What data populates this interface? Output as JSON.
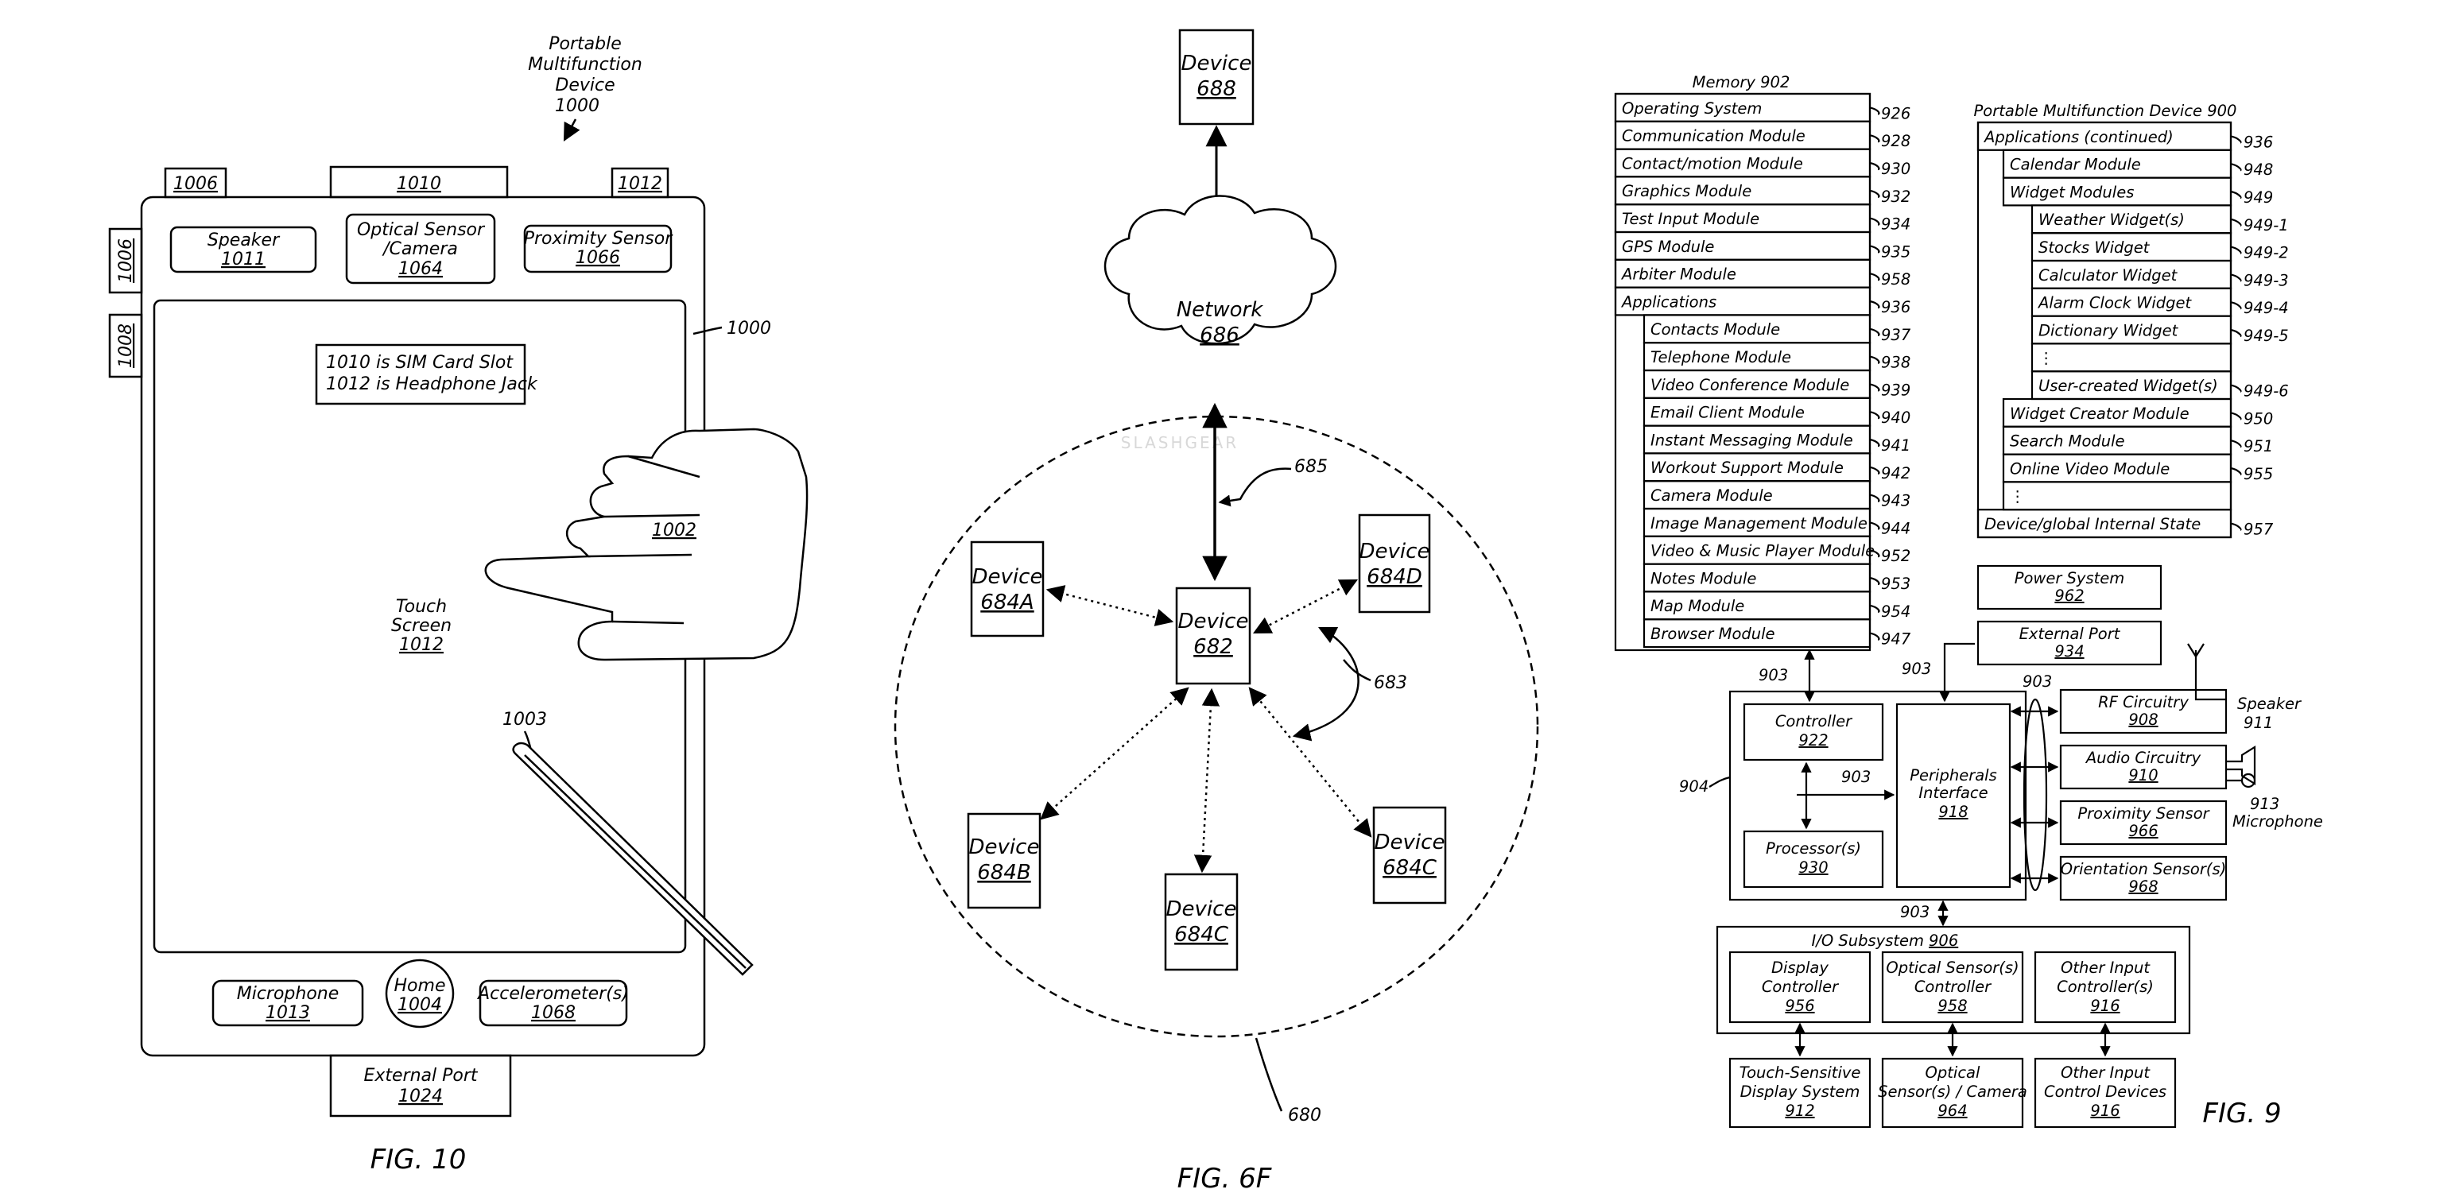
{
  "fig10": {
    "caption": "FIG. 10",
    "device_label": [
      "Portable",
      "Multifunction",
      "Device"
    ],
    "device_ref": "1000",
    "side_ref": "1000",
    "top_refs": {
      "left": "1006",
      "center": "1010",
      "right": "1012"
    },
    "side_button_refs": [
      "1006",
      "1008"
    ],
    "speaker": {
      "name": "Speaker",
      "ref": "1011"
    },
    "optical": {
      "name1": "Optical Sensor",
      "name2": "/Camera",
      "ref": "1064"
    },
    "proximity": {
      "name": "Proximity Sensor",
      "ref": "1066"
    },
    "note": [
      "1010 is SIM Card Slot",
      "1012 is Headphone Jack"
    ],
    "hand_ref": "1002",
    "touch": {
      "name1": "Touch",
      "name2": "Screen",
      "ref": "1012"
    },
    "stylus_ref": "1003",
    "microphone": {
      "name": "Microphone",
      "ref": "1013"
    },
    "home": {
      "name": "Home",
      "ref": "1004"
    },
    "accelerometer": {
      "name": "Accelerometer(s)",
      "ref": "1068"
    },
    "external_port": {
      "name": "External Port",
      "ref": "1024"
    }
  },
  "fig6f": {
    "caption": "FIG. 6F",
    "device_word": "Device",
    "network": {
      "name": "Network",
      "ref": "686"
    },
    "device_688": "688",
    "device_682": "682",
    "device_684a": "684A",
    "device_684b": "684B",
    "device_684c_bottom": "684C",
    "device_684c_right": "684C",
    "device_684d": "684D",
    "ref_685": "685",
    "ref_683": "683",
    "ref_680": "680",
    "watermark": "SLASHGEAR"
  },
  "fig9": {
    "caption": "FIG. 9",
    "memory_title": "Memory 902",
    "memory_rows": [
      {
        "label": "Operating System",
        "ref": "926"
      },
      {
        "label": "Communication Module",
        "ref": "928"
      },
      {
        "label": "Contact/motion Module",
        "ref": "930"
      },
      {
        "label": "Graphics Module",
        "ref": "932"
      },
      {
        "label": "Test Input Module",
        "ref": "934"
      },
      {
        "label": "GPS Module",
        "ref": "935"
      },
      {
        "label": "Arbiter Module",
        "ref": "958"
      },
      {
        "label": "Applications",
        "ref": "936"
      }
    ],
    "app_rows": [
      {
        "label": "Contacts Module",
        "ref": "937"
      },
      {
        "label": "Telephone Module",
        "ref": "938"
      },
      {
        "label": "Video Conference Module",
        "ref": "939"
      },
      {
        "label": "Email Client Module",
        "ref": "940"
      },
      {
        "label": "Instant Messaging Module",
        "ref": "941"
      },
      {
        "label": "Workout Support Module",
        "ref": "942"
      },
      {
        "label": "Camera Module",
        "ref": "943"
      },
      {
        "label": "Image Management Module",
        "ref": "944"
      },
      {
        "label": "Video & Music Player Module",
        "ref": "952"
      },
      {
        "label": "Notes Module",
        "ref": "953"
      },
      {
        "label": "Map Module",
        "ref": "954"
      },
      {
        "label": "Browser Module",
        "ref": "947"
      }
    ],
    "pmd_title": "Portable Multifunction Device 900",
    "pmd_rows": [
      {
        "label": "Applications (continued)",
        "ref": "936"
      },
      {
        "label": "Calendar Module",
        "ref": "948"
      },
      {
        "label": "Widget Modules",
        "ref": "949"
      },
      {
        "label": "Weather Widget(s)",
        "ref": "949-1"
      },
      {
        "label": "Stocks Widget",
        "ref": "949-2"
      },
      {
        "label": "Calculator Widget",
        "ref": "949-3"
      },
      {
        "label": "Alarm Clock Widget",
        "ref": "949-4"
      },
      {
        "label": "Dictionary Widget",
        "ref": "949-5"
      },
      {
        "label": "⋮",
        "ref": ""
      },
      {
        "label": "User-created Widget(s)",
        "ref": "949-6"
      },
      {
        "label": "Widget Creator Module",
        "ref": "950"
      },
      {
        "label": "Search Module",
        "ref": "951"
      },
      {
        "label": "Online Video Module",
        "ref": "955"
      },
      {
        "label": "⋮",
        "ref": ""
      },
      {
        "label": "Device/global Internal State",
        "ref": "957"
      }
    ],
    "power": {
      "name": "Power System",
      "ref": "962"
    },
    "ext_port": {
      "name": "External Port",
      "ref": "934"
    },
    "bus_ref": "903",
    "ref_904": "904",
    "controller": {
      "name": "Controller",
      "ref": "922"
    },
    "processor": {
      "name": "Processor(s)",
      "ref": "930"
    },
    "peripherals": {
      "name1": "Peripherals",
      "name2": "Interface",
      "ref": "918"
    },
    "rf": {
      "name": "RF Circuitry",
      "ref": "908"
    },
    "audio": {
      "name": "Audio Circuitry",
      "ref": "910"
    },
    "prox": {
      "name": "Proximity Sensor",
      "ref": "966"
    },
    "orient": {
      "name": "Orientation Sensor(s)",
      "ref": "968"
    },
    "speaker": {
      "name": "Speaker",
      "ref": "911"
    },
    "microphone": {
      "name": "Microphone",
      "ref": "913"
    },
    "io": {
      "name": "I/O Subsystem",
      "ref": "906"
    },
    "display_ctrl": {
      "name1": "Display",
      "name2": "Controller",
      "ref": "956"
    },
    "optical_ctrl": {
      "name1": "Optical Sensor(s)",
      "name2": "Controller",
      "ref": "958"
    },
    "other_ctrl": {
      "name1": "Other Input",
      "name2": "Controller(s)",
      "ref": "916"
    },
    "touch_disp": {
      "name1": "Touch-Sensitive",
      "name2": "Display System",
      "ref": "912"
    },
    "optical_cam": {
      "name1": "Optical",
      "name2": "Sensor(s) / Camera",
      "ref": "964"
    },
    "other_dev": {
      "name1": "Other Input",
      "name2": "Control Devices",
      "ref": "916"
    }
  }
}
